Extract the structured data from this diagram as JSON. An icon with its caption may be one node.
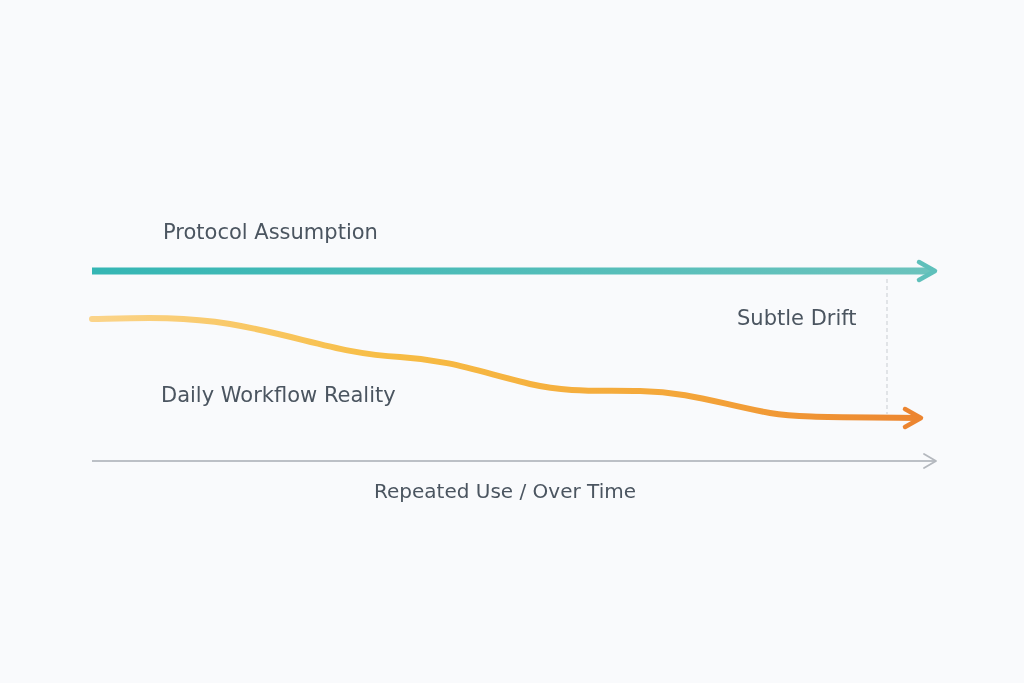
{
  "diagram": {
    "labels": [
      "Protocol Assumption",
      "Subtle Drift",
      "Daily Workflow Reality",
      "Repeated Use / Over Time"
    ]
  }
}
